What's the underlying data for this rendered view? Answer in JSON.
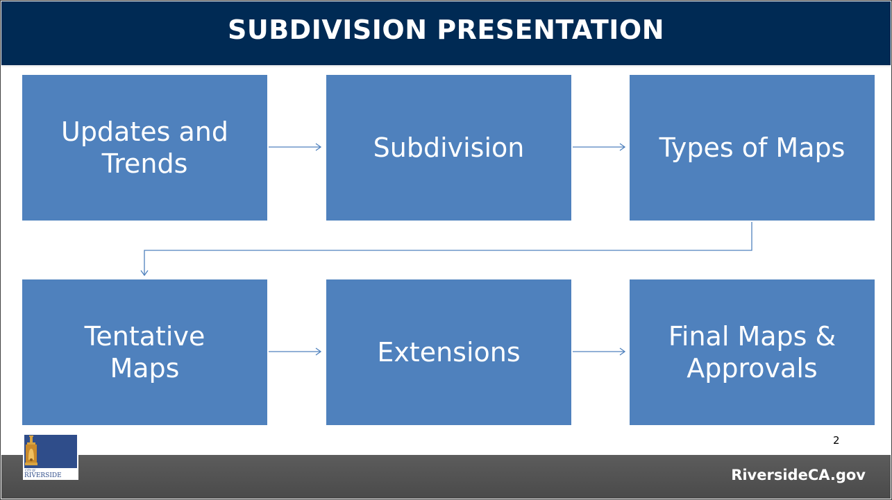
{
  "slide": {
    "title": "SUBDIVISION PRESENTATION",
    "page_number": "2",
    "footer_site": "RiversideCA.gov",
    "logo": {
      "small_text": "CITY OF",
      "name": "RIVERSIDE"
    }
  },
  "flow": {
    "steps": [
      {
        "label": "Updates and\nTrends"
      },
      {
        "label": "Subdivision"
      },
      {
        "label": "Types of Maps"
      },
      {
        "label": "Tentative\nMaps"
      },
      {
        "label": "Extensions"
      },
      {
        "label": "Final Maps &\nApprovals"
      }
    ]
  },
  "colors": {
    "title_bar": "#002a54",
    "box_fill": "#4f81bd",
    "connector": "#4f81bd",
    "footer": "#555555"
  }
}
